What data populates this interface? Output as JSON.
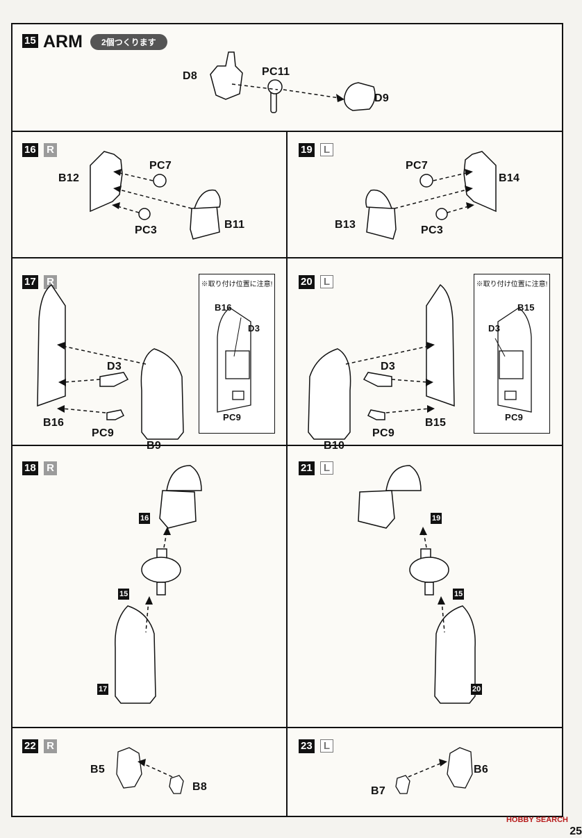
{
  "steps": {
    "s15": {
      "num": "15",
      "title": "ARM",
      "note": "2個つくります",
      "parts": {
        "d8": "D8",
        "pc11": "PC11",
        "d9": "D9"
      }
    },
    "s16": {
      "num": "16",
      "side": "R",
      "parts": {
        "b12": "B12",
        "pc7": "PC7",
        "pc3": "PC3",
        "b11": "B11"
      }
    },
    "s19": {
      "num": "19",
      "side": "L",
      "parts": {
        "pc7": "PC7",
        "b14": "B14",
        "b13": "B13",
        "pc3": "PC3"
      }
    },
    "s17": {
      "num": "17",
      "side": "R",
      "parts": {
        "d3": "D3",
        "b16": "B16",
        "pc9": "PC9",
        "b9": "B9"
      },
      "inset": {
        "caption": "※取り付け位置に注意!",
        "b16": "B16",
        "d3": "D3",
        "pc9": "PC9"
      }
    },
    "s20": {
      "num": "20",
      "side": "L",
      "parts": {
        "d3": "D3",
        "b10": "B10",
        "pc9": "PC9",
        "b15": "B15"
      },
      "inset": {
        "caption": "※取り付け位置に注意!",
        "b15": "B15",
        "d3": "D3",
        "pc9": "PC9"
      }
    },
    "s18": {
      "num": "18",
      "side": "R",
      "refs": {
        "top": "16",
        "mid": "15",
        "bottom": "17"
      }
    },
    "s21": {
      "num": "21",
      "side": "L",
      "refs": {
        "top": "19",
        "mid": "15",
        "bottom": "20"
      }
    },
    "s22": {
      "num": "22",
      "side": "R",
      "parts": {
        "b5": "B5",
        "b8": "B8"
      }
    },
    "s23": {
      "num": "23",
      "side": "L",
      "parts": {
        "b7": "B7",
        "b6": "B6"
      }
    }
  },
  "footer": {
    "watermark": "HOBBY SEARCH",
    "page_fragment": "25"
  }
}
